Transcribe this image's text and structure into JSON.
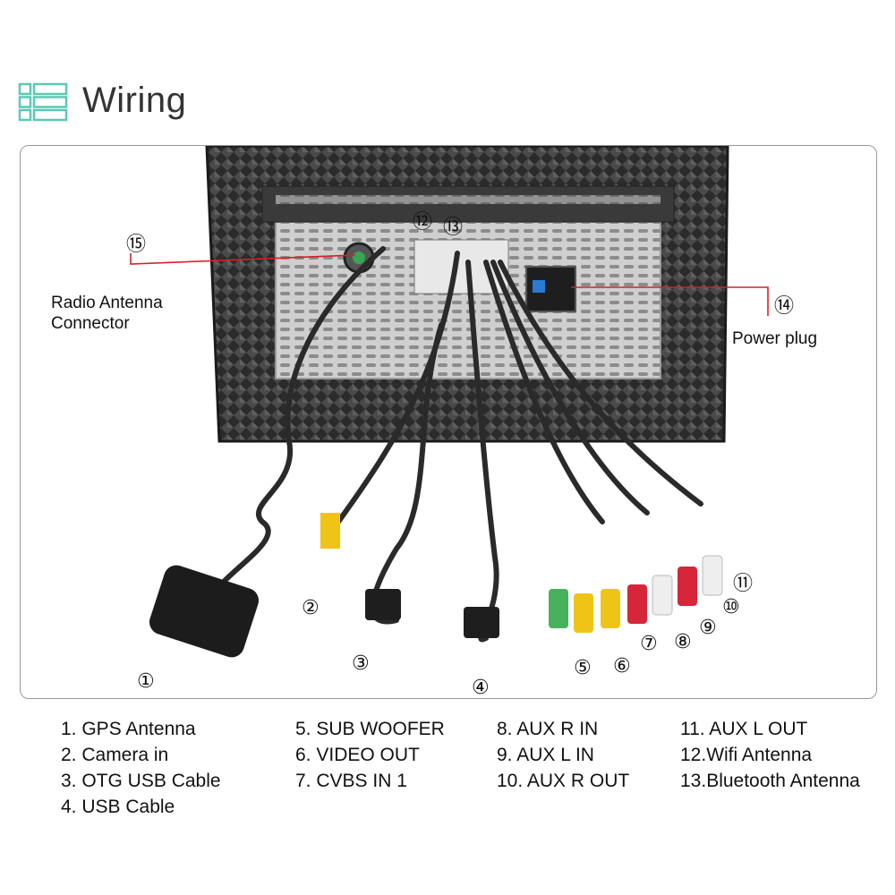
{
  "header": {
    "title": "Wiring",
    "icon": "list-icon",
    "accent": "#5cc8b4"
  },
  "callouts": {
    "radio_antenna": "Radio Antenna\nConnector",
    "power_plug": "Power plug"
  },
  "markers": [
    "①",
    "②",
    "③",
    "④",
    "⑤",
    "⑥",
    "⑦",
    "⑧",
    "⑨",
    "⑩",
    "⑪",
    "⑫",
    "⑬",
    "⑭",
    "⑮"
  ],
  "legend": {
    "col1": [
      "1. GPS Antenna",
      "2. Camera in",
      "3. OTG USB Cable",
      "4. USB Cable"
    ],
    "col2": [
      "5. SUB WOOFER",
      "6. VIDEO OUT",
      "7. CVBS IN 1"
    ],
    "col3": [
      "8. AUX R IN",
      "9. AUX L IN",
      "10. AUX R OUT"
    ],
    "col4": [
      "11. AUX L OUT",
      "12.Wifi Antenna",
      "13.Bluetooth Antenna"
    ]
  },
  "colors": {
    "leader_line": "#d8202a",
    "cable": "#2a2a2a",
    "rca_red": "#d6263a",
    "rca_yellow": "#f0c417",
    "rca_green": "#46b25c",
    "rca_white": "#eeeeee"
  }
}
